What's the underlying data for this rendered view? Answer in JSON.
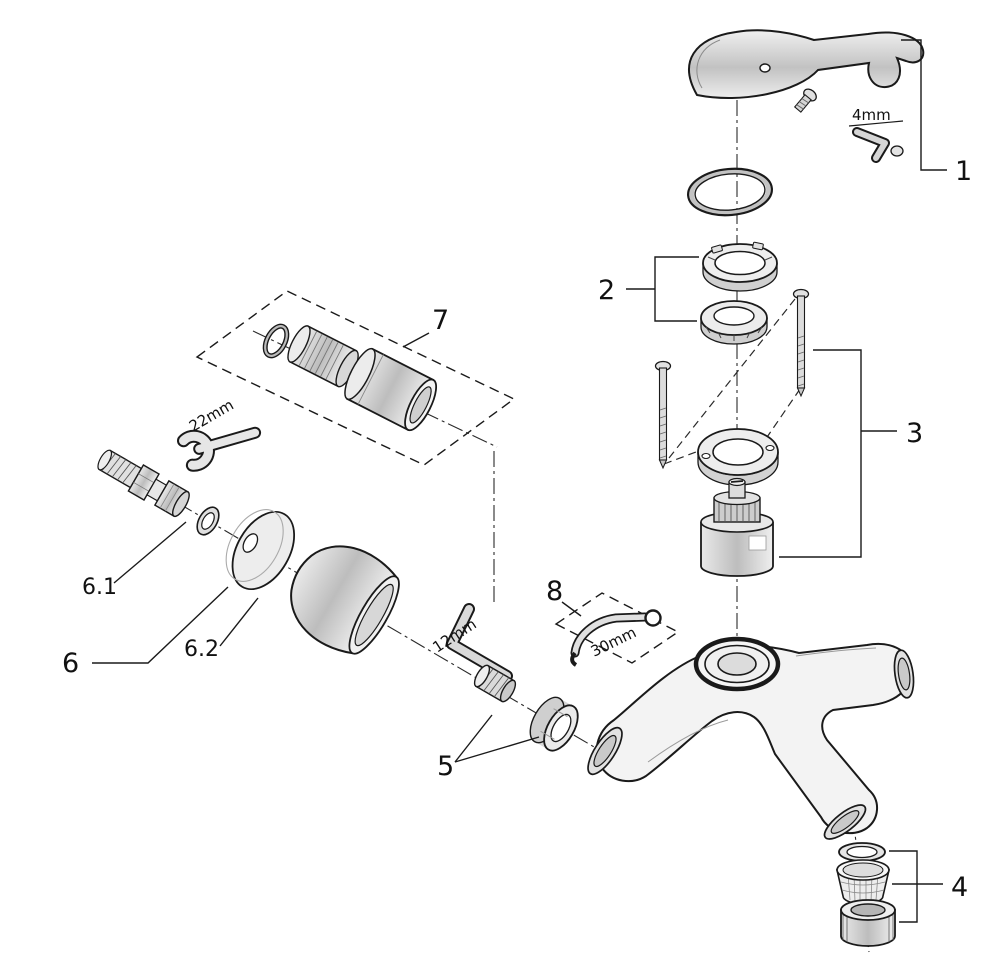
{
  "figure": {
    "type": "exploded-parts-diagram",
    "background": "#ffffff",
    "line_color": "#1a1a1a",
    "metal_light": "#ececec",
    "metal_mid": "#bdbdbd"
  },
  "callouts": {
    "n1": "1",
    "n2": "2",
    "n3": "3",
    "n4": "4",
    "n5": "5",
    "n6": "6",
    "n6_1": "6.1",
    "n6_2": "6.2",
    "n7": "7",
    "n8": "8"
  },
  "dimensions": {
    "hex_key_small": "4mm",
    "open_end_wrench": "22mm",
    "hex_key_large": "12mm",
    "hook_spanner": "30mm"
  }
}
